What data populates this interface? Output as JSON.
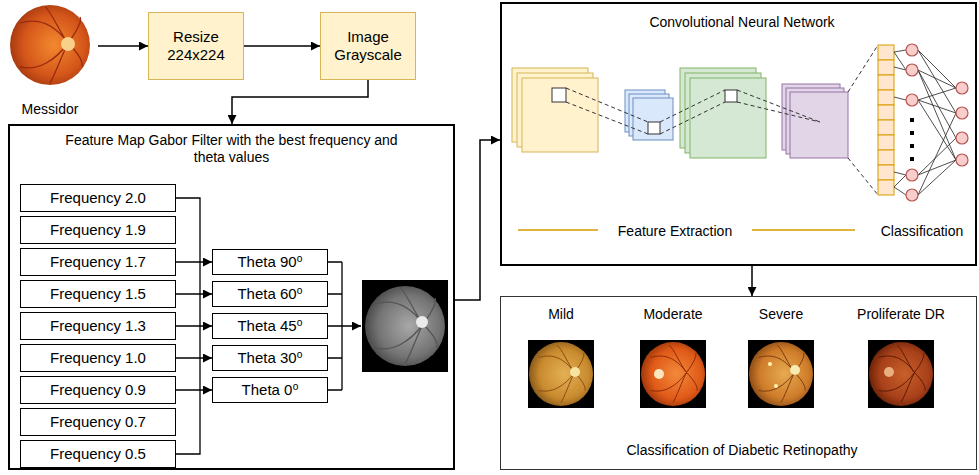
{
  "diagram": {
    "nodes": [
      {
        "text": [
          "Messidor"
        ]
      },
      {
        "text": [
          "Resize 224x224"
        ]
      },
      {
        "text": [
          "Image Grayscale"
        ]
      },
      {
        "text": [
          "Feature Map Gabor Filter with the best frequency and theta values"
        ]
      },
      {
        "text": [
          "Frequency 2.0"
        ],
        "in": 3
      },
      {
        "text": [
          "Frequency 1.9"
        ],
        "in": 3
      },
      {
        "text": [
          "Frequency 1.7"
        ],
        "in": 3
      },
      {
        "text": [
          "Frequency 1.5"
        ],
        "in": 3
      },
      {
        "text": [
          "Frequency 1.3"
        ],
        "in": 3
      },
      {
        "text": [
          "Frequency 1.0"
        ],
        "in": 3
      },
      {
        "text": [
          "Frequency 0.9"
        ],
        "in": 3
      },
      {
        "text": [
          "Frequency 0.7"
        ],
        "in": 3
      },
      {
        "text": [
          "Frequency 0.5"
        ],
        "in": 3
      },
      {
        "text": [
          "Theta 90⁰"
        ],
        "in": 3
      },
      {
        "text": [
          "Theta 60⁰"
        ],
        "in": 3
      },
      {
        "text": [
          "Theta 45⁰"
        ],
        "in": 3
      },
      {
        "text": [
          "Theta 30⁰"
        ],
        "in": 3
      },
      {
        "text": [
          "Theta 0⁰"
        ],
        "in": 3
      },
      {
        "text": [
          "Convolutional Neural Network",
          "Feature Extraction",
          "Classification"
        ]
      },
      {
        "text": [
          "Mild",
          "Moderate",
          "Severe",
          "Proliferate DR",
          "Classification of Diabetic Retinopathy"
        ]
      }
    ],
    "edges": [
      {
        "from": 0,
        "to": 1,
        "arrow": "to"
      },
      {
        "from": 1,
        "to": 2,
        "arrow": "to"
      },
      {
        "from": 2,
        "to": 3,
        "arrow": "to"
      },
      {
        "from": 6,
        "to": 13,
        "arrow": "to"
      },
      {
        "from": 7,
        "to": 14,
        "arrow": "to"
      },
      {
        "from": 8,
        "to": 15,
        "arrow": "to"
      },
      {
        "from": 9,
        "to": 16,
        "arrow": "to"
      },
      {
        "from": 10,
        "to": 17,
        "arrow": "to"
      },
      {
        "from": 3,
        "to": 18,
        "arrow": "to"
      },
      {
        "from": 18,
        "to": 19,
        "arrow": "to"
      }
    ]
  }
}
